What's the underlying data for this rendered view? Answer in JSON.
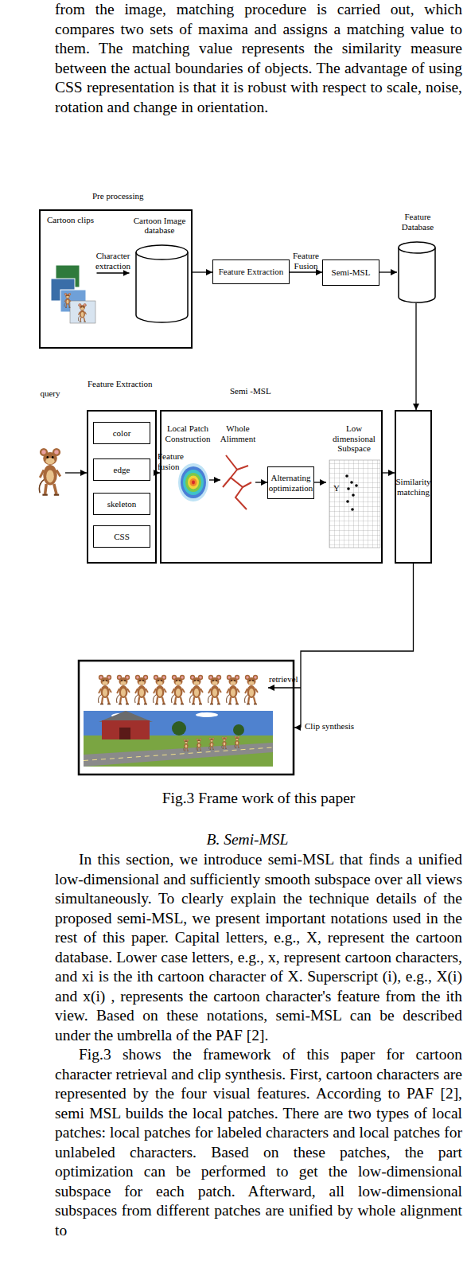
{
  "diagram": {
    "caption": "Fig.3 Frame work of this paper",
    "nodes": [
      {
        "text": [
          "Pre processing"
        ]
      },
      {
        "text": [
          "Cartoon clips"
        ],
        "in": 0
      },
      {
        "text": [
          "Cartoon Image database"
        ],
        "in": 0
      },
      {
        "text": [
          "Feature Extraction"
        ]
      },
      {
        "text": [
          "Semi-MSL"
        ]
      },
      {
        "text": [
          "Feature Database"
        ]
      },
      {
        "text": [
          "query"
        ]
      },
      {
        "text": [
          "Feature Extraction"
        ]
      },
      {
        "text": [
          "color"
        ],
        "in": 7
      },
      {
        "text": [
          "edge"
        ],
        "in": 7
      },
      {
        "text": [
          "skeleton"
        ],
        "in": 7
      },
      {
        "text": [
          "CSS"
        ],
        "in": 7
      },
      {
        "text": [
          "Semi -MSL"
        ]
      },
      {
        "text": [
          "Local Patch Construction"
        ],
        "in": 12
      },
      {
        "text": [
          "Whole Alimment"
        ],
        "in": 12
      },
      {
        "text": [
          "Alternating optimization"
        ],
        "in": 12
      },
      {
        "text": [
          "Low dimensional Subspace"
        ],
        "in": 12
      },
      {
        "text": [
          "Similarity matching"
        ]
      }
    ],
    "edges": [
      {
        "from": 1,
        "to": 2,
        "label": "Character extraction",
        "arrow": "to"
      },
      {
        "from": 0,
        "to": 3,
        "arrow": "to"
      },
      {
        "from": 3,
        "to": 4,
        "label": "Feature Fusion",
        "arrow": "to"
      },
      {
        "from": 4,
        "to": 5,
        "arrow": "to"
      },
      {
        "from": 5,
        "to": 17,
        "arrow": "to"
      },
      {
        "from": 6,
        "to": 7,
        "arrow": "to"
      },
      {
        "from": 7,
        "to": 12,
        "label": "Feature fusion",
        "arrow": "to"
      },
      {
        "from": 13,
        "to": 14,
        "arrow": "to"
      },
      {
        "from": 14,
        "to": 15,
        "arrow": "to"
      },
      {
        "from": 15,
        "to": 16,
        "arrow": "to"
      },
      {
        "from": 12,
        "to": 17,
        "arrow": "to"
      }
    ],
    "labels": [
      "from the image, matching procedure is carried out, which compares two sets of maxima and assigns a matching value to them. The matching value represents the similarity measure between the actual boundaries of objects. The advantage of using CSS representation is that it is robust with respect to scale, noise, rotation and change in orientation.",
      "B. Semi-MSL",
      "In this section, we introduce semi-MSL that finds a unified low-dimensional and sufficiently smooth subspace over all views simultaneously. To clearly explain the technique details of the proposed semi-MSL, we present important notations used in the rest of this paper. Capital letters, e.g., X, represent the cartoon database. Lower case letters, e.g., x, represent cartoon characters, and xi is the ith cartoon character of X. Superscript (i), e.g., X(i) and x(i) , represents the cartoon character's feature from the ith view. Based on these notations, semi-MSL can be described under the umbrella of the PAF [2].",
      "Fig.3 shows the framework of this paper for cartoon character retrieval and clip synthesis. First, cartoon characters are represented by the four visual features. According to PAF [2], semi MSL builds the local patches. There are two types of local patches: local patches for labeled characters and local patches for unlabeled characters. Based on these patches, the part optimization can be performed to get the low-dimensional subspace for each patch. Afterward, all low-dimensional subspaces from different patches are unified by whole alignment to",
      "retrievel",
      "Clip synthesis",
      "Y"
    ]
  }
}
